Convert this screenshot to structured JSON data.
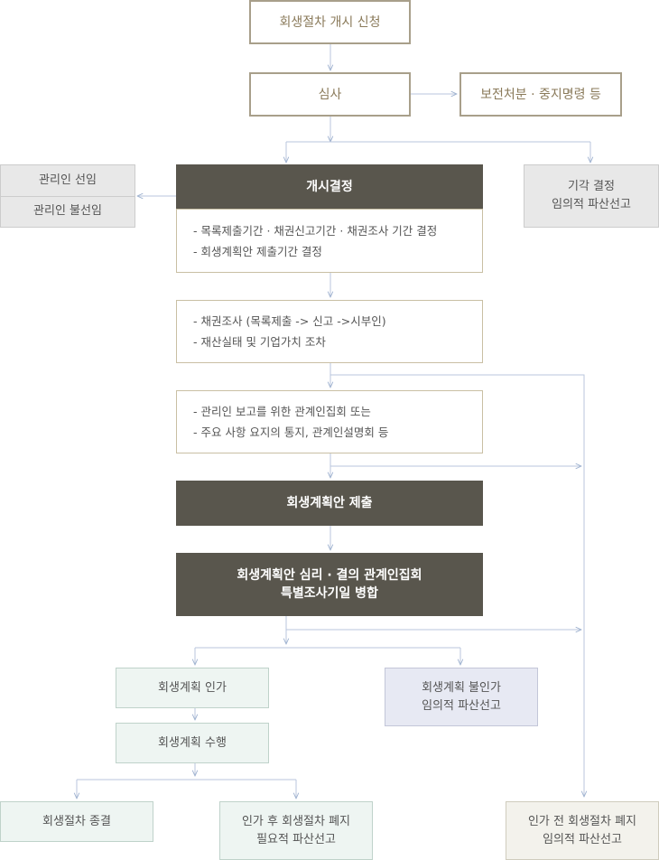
{
  "steps": {
    "application": "회생절차 개시 신청",
    "review": "심사",
    "preservation": "보전처분 · 중지명령 등",
    "commencement": "개시결정",
    "commencement_details": [
      "- 목록제출기간 · 채권신고기간 · 채권조사 기간 결정",
      "- 회생계획안 제출기간 결정"
    ],
    "trustee_appointed": "관리인 선임",
    "trustee_not_appointed": "관리인 불선임",
    "dismissal": [
      "기각 결정",
      "임의적 파산선고"
    ],
    "claims_investigation": [
      "- 채권조사 (목록제출 -> 신고 ->시부인)",
      "- 재산실태 및 기업가치 조차"
    ],
    "creditors_meeting": [
      "- 관리인 보고를 위한 관계인집회 또는",
      "- 주요 사항 요지의 통지, 관계인설명회 등"
    ],
    "plan_submission": "회생계획안 제출",
    "plan_hearing": [
      "회생계획안 심리 · 결의 관계인집회",
      "특별조사기일 병합"
    ],
    "plan_approval": "회생계획 인가",
    "plan_rejection": [
      "회생계획 불인가",
      "임의적 파산선고"
    ],
    "plan_execution": "회생계획 수행",
    "termination": "회생절차 종결",
    "abolition_after": [
      "인가 후 회생절차 폐지",
      "필요적 파산선고"
    ],
    "abolition_before": [
      "인가 전 회생절차 폐지",
      "임의적 파산선고"
    ]
  },
  "colors": {
    "gold_border": "#a89f8a",
    "dark_fill": "#59564d",
    "arrow": "#b8c6dc"
  }
}
